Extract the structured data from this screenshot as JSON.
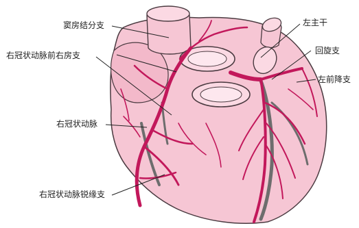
{
  "figure": {
    "labels": {
      "sinoatrial_branch": "窦房结分支",
      "right_coronary_anterior_atrial_branch": "右冠状动脉前右房支",
      "right_coronary_artery": "右冠状动脉",
      "right_coronary_acute_marginal_branch": "右冠状动脉锐缘支",
      "left_main_trunk": "左主干",
      "circumflex_branch": "回旋支",
      "left_anterior_descending_branch": "左前降支"
    },
    "colors": {
      "heart_fill": "#f6c6d4",
      "heart_outline": "#4a3a40",
      "artery": "#c2185b",
      "vein": "#6d6d6d",
      "vessel_opening": "#fbd9e3"
    }
  }
}
